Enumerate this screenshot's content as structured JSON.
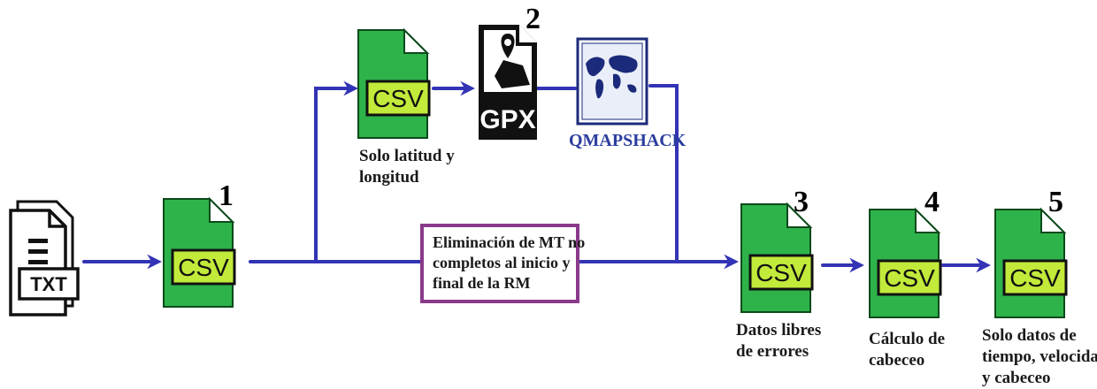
{
  "icons": {
    "txt_label": "TXT",
    "csv_label": "CSV",
    "gpx_label": "GPX"
  },
  "steps": {
    "n1": "1",
    "n2": "2",
    "n3": "3",
    "n4": "4",
    "n5": "5"
  },
  "labels": {
    "solo_lat": [
      "Solo latitud y",
      "longitud"
    ],
    "qmapshack": "QMAPSHACK",
    "elim_box": [
      "Eliminación de MT no",
      "completos al inicio y",
      "final de la RM"
    ],
    "datos_libres": [
      "Datos libres",
      "de errores"
    ],
    "calculo": [
      "Cálculo de",
      "cabeceo"
    ],
    "solo_datos": [
      "Solo datos de",
      "tiempo, velocidad",
      "y cabeceo"
    ]
  },
  "colors": {
    "arrow": "#3333b5",
    "csv_green": "#2db34a",
    "csv_lime": "#c2ea3a",
    "box_border": "#8a3a8a",
    "qmap_text": "#2b3d9e"
  }
}
